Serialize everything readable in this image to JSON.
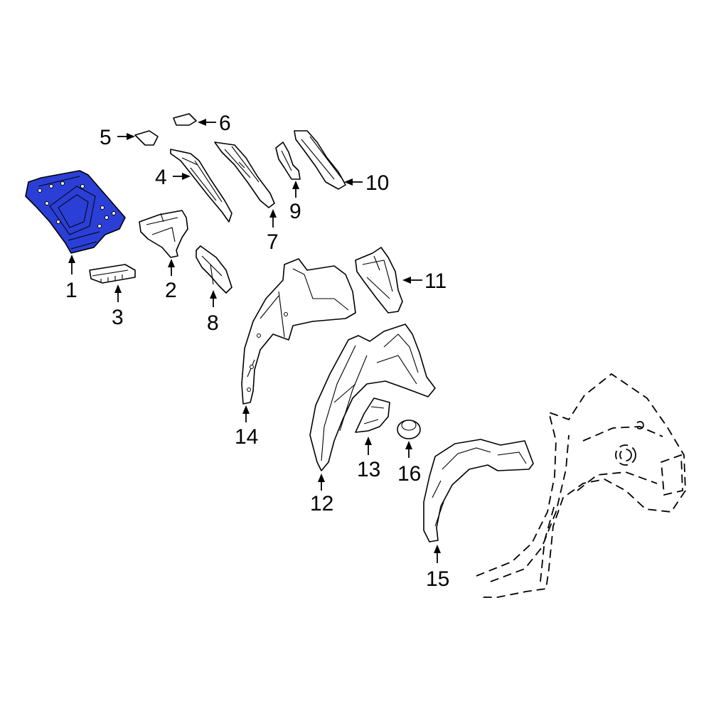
{
  "diagram": {
    "highlight_color": "#2b3fd6",
    "highlighted_callout": "1",
    "callouts": [
      "1",
      "2",
      "3",
      "4",
      "5",
      "6",
      "7",
      "8",
      "9",
      "10",
      "11",
      "12",
      "13",
      "14",
      "15",
      "16"
    ]
  }
}
